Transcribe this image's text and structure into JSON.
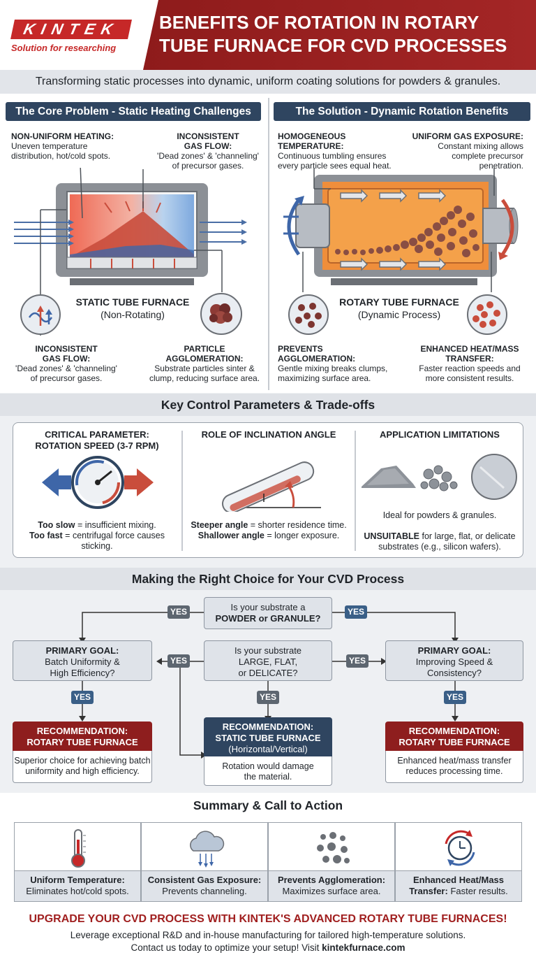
{
  "header": {
    "logo_text": "KINTEK",
    "logo_tagline": "Solution for researching",
    "title_line1": "BENEFITS OF ROTATION IN ROTARY",
    "title_line2": "TUBE FURNACE FOR CVD PROCESSES"
  },
  "subtitle": "Transforming static processes into dynamic, uniform coating solutions for powders & granules.",
  "problem": {
    "heading": "The Core Problem - Static Heating Challenges",
    "label1_title": "NON-UNIFORM HEATING:",
    "label1_body": [
      "Uneven temperature",
      "distribution, hot/cold spots."
    ],
    "label2_title": [
      "INCONSISTENT",
      "GAS FLOW:"
    ],
    "label2_body": [
      "'Dead zones' & 'channeling'",
      "of precursor gases."
    ],
    "furnace_title": "STATIC TUBE FURNACE",
    "furnace_sub": "(Non-Rotating)",
    "label3_title": [
      "INCONSISTENT",
      "GAS FLOW:"
    ],
    "label3_body": [
      "'Dead zones' & 'channeling'",
      "of precursor gases."
    ],
    "label4_title": [
      "PARTICLE",
      "AGGLOMERATION:"
    ],
    "label4_body": [
      "Substrate particles sinter &",
      "clump, reducing surface area."
    ]
  },
  "solution": {
    "heading": "The Solution - Dynamic Rotation Benefits",
    "label1_title": [
      "HOMOGENEOUS",
      "TEMPERATURE:"
    ],
    "label1_body": [
      "Continuous tumbling ensures",
      "every particle sees equal heat."
    ],
    "label2_title": "UNIFORM GAS EXPOSURE:",
    "label2_body": [
      "Constant mixing allows",
      "complete precursor",
      "penetration."
    ],
    "furnace_title": "ROTARY TUBE FURNACE",
    "furnace_sub": "(Dynamic Process)",
    "label3_title": [
      "PREVENTS",
      "AGGLOMERATION:"
    ],
    "label3_body": [
      "Gentle mixing breaks clumps,",
      "maximizing surface area."
    ],
    "label4_title": [
      "ENHANCED HEAT/MASS",
      "TRANSFER:"
    ],
    "label4_body": [
      "Faster reaction speeds and",
      "more consistent results."
    ]
  },
  "params": {
    "heading": "Key Control Parameters & Trade-offs",
    "col1_title": [
      "CRITICAL PARAMETER:",
      "ROTATION SPEED (3-7 RPM)"
    ],
    "col1_line1_b": "Too slow",
    "col1_line1": " = insufficient mixing.",
    "col1_line2_b": "Too fast",
    "col1_line2": " = centrifugal force causes",
    "col1_line3": "sticking.",
    "col2_title": "ROLE OF INCLINATION ANGLE",
    "col2_line1_b": "Steeper angle",
    "col2_line1": " = shorter residence time.",
    "col2_line2_b": "Shallower angle",
    "col2_line2": " = longer exposure.",
    "col3_title": "APPLICATION LIMITATIONS",
    "col3_line1": "Ideal for powders & granules.",
    "col3_line2_b": "UNSUITABLE",
    "col3_line2": " for large, flat, or delicate",
    "col3_line3": "substrates (e.g., silicon wafers)."
  },
  "choice": {
    "heading": "Making the Right Choice for Your CVD Process",
    "q1_line1": "Is your substrate a",
    "q1_line2": "POWDER or GRANULE?",
    "q2_line1": "Is your substrate",
    "q2_line2": "LARGE, FLAT,",
    "q2_line3": "or DELICATE?",
    "goal_left": [
      "PRIMARY GOAL:",
      "Batch Uniformity &",
      "High Efficiency?"
    ],
    "goal_right": [
      "PRIMARY GOAL:",
      "Improving Speed &",
      "Consistency?"
    ],
    "yes": "YES",
    "rec_left_title": [
      "RECOMMENDATION:",
      "ROTARY TUBE FURNACE"
    ],
    "rec_left_body": [
      "Superior choice for achieving batch",
      "uniformity and high efficiency."
    ],
    "rec_mid_title": [
      "RECOMMENDATION:",
      "STATIC TUBE FURNACE"
    ],
    "rec_mid_sub": "(Horizontal/Vertical)",
    "rec_mid_body": [
      "Rotation would damage",
      "the material."
    ],
    "rec_right_title": [
      "RECOMMENDATION:",
      "ROTARY TUBE FURNACE"
    ],
    "rec_right_body": [
      "Enhanced heat/mass transfer",
      "reduces processing time."
    ]
  },
  "summary": {
    "heading": "Summary & Call to Action",
    "cards": [
      {
        "title": "Uniform Temperature:",
        "body": "Eliminates hot/cold spots.",
        "icon": "thermometer-icon"
      },
      {
        "title": "Consistent Gas Exposure:",
        "body": "Prevents channeling.",
        "icon": "cloud-flow-icon"
      },
      {
        "title": "Prevents Agglomeration:",
        "body": "Maximizes surface area.",
        "icon": "particles-icon"
      },
      {
        "title": "Enhanced Heat/Mass",
        "body_b": "Transfer:",
        "body": " Faster results.",
        "icon": "clock-cycle-icon"
      }
    ]
  },
  "cta": {
    "title": "UPGRADE YOUR CVD PROCESS WITH KINTEK'S ADVANCED ROTARY TUBE FURNACES!",
    "line1": "Leverage exceptional R&D and in-house manufacturing for tailored high-temperature solutions.",
    "line2_a": "Contact us today to optimize your setup! Visit ",
    "line2_b": "kintekfurnace.com"
  },
  "colors": {
    "brand_red": "#a42626",
    "navy": "#2f4560",
    "accent_blue": "#3a5f87"
  }
}
